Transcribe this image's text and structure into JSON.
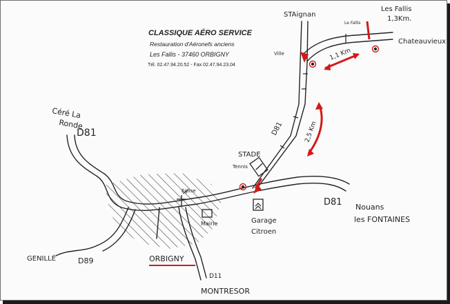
{
  "company": {
    "name": "CLASSIQUE AÉRO SERVICE",
    "tagline": "Restauration d'Aéronefs anciens",
    "address": "Les Fallis - 37460 ORBIGNY",
    "contact": "Tél. 02.47.94.20.52 - Fax 02.47.94.23.04"
  },
  "places": {
    "st_aignan": "STAignan",
    "les_fallis": "Les Fallis",
    "les_fallis_dist": "1,3Km.",
    "le_fallis_small": "Le Fallis",
    "chateauvieux": "Chateauvieux",
    "ville": "Ville",
    "ceze_la": "Céré La",
    "ronde": "Ronde",
    "stade": "STADE",
    "tennis": "Tennis",
    "eglise": "Eglise",
    "mairie": "Mairie",
    "garage": "Garage",
    "citroen": "Citroen",
    "nouans": "Nouans",
    "les_fontaines": "les FONTAINES",
    "genille": "GENILLÉ",
    "orbigny": "ORBIGNY",
    "montresor": "MONTRESOR"
  },
  "roads": {
    "d81_west": "D81",
    "d81_east": "D81",
    "d81_north": "D81",
    "d89": "D89",
    "d11": "D11"
  },
  "distances": {
    "chateauvieux_leg": "1,1 Km",
    "stade_leg": "2,5 Km"
  },
  "colors": {
    "ink": "#222222",
    "route_red": "#d11919",
    "frame_shadow": "#1b1b1b"
  }
}
